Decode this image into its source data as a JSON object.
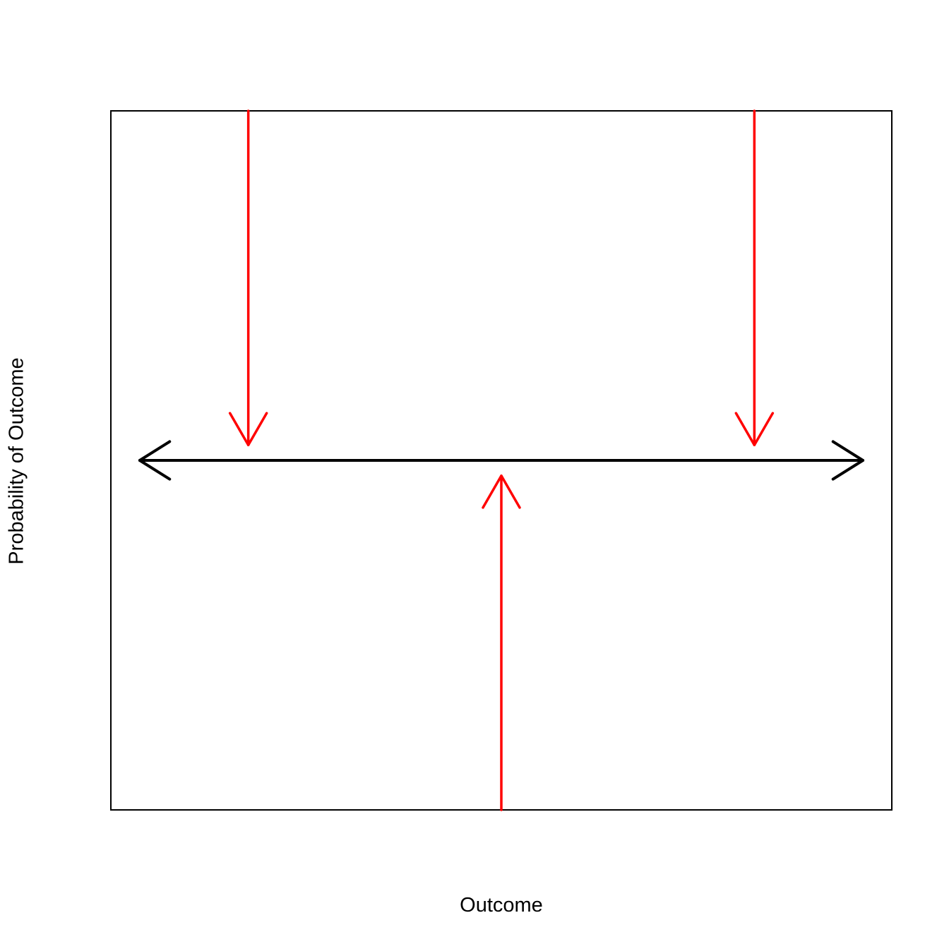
{
  "axes": {
    "xlabel": "Outcome",
    "ylabel": "Probability of Outcome",
    "xlim": [
      0,
      1
    ],
    "ylim": [
      0,
      1
    ],
    "ticks_shown": false,
    "grid": false
  },
  "colors": {
    "frame": "#000000",
    "horizontal_arrow": "#000000",
    "vertical_arrows": "#ff0000"
  },
  "diagram": {
    "horizontal_arrow": {
      "from": [
        0.037,
        0.5
      ],
      "to": [
        0.963,
        0.5
      ],
      "heads": "both"
    },
    "vertical_arrows": [
      {
        "id": "left-down",
        "x": 0.176,
        "from_y": 1.0,
        "to_y": 0.522
      },
      {
        "id": "right-down",
        "x": 0.824,
        "from_y": 1.0,
        "to_y": 0.522
      },
      {
        "id": "center-up",
        "x": 0.5,
        "from_y": 0.0,
        "to_y": 0.478
      }
    ]
  }
}
